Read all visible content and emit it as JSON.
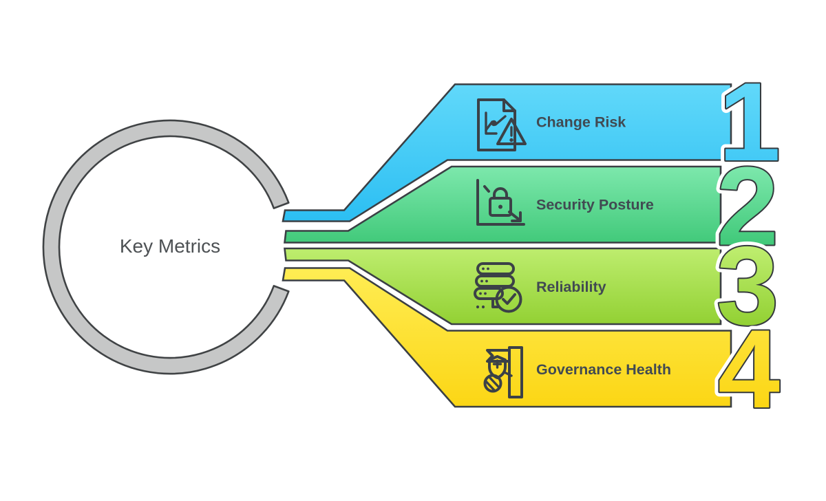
{
  "diagram": {
    "center_label": "Key Metrics",
    "colors": {
      "background": "#ffffff",
      "outline": "#3a3f44",
      "label_text": "#414a52",
      "title_text": "#4d5154",
      "ring_fill": "#c6c7c7",
      "ring_stroke": "#404345"
    },
    "items": [
      {
        "number": "1",
        "label": "Change Risk",
        "icon": "document-chart-warning-icon",
        "color_top": "#62d9fa",
        "color_bottom": "#29bdf2"
      },
      {
        "number": "2",
        "label": "Security Posture",
        "icon": "lock-decline-chart-icon",
        "color_top": "#7fe9ae",
        "color_bottom": "#3fc878"
      },
      {
        "number": "3",
        "label": "Reliability",
        "icon": "server-checkmark-icon",
        "color_top": "#bfee70",
        "color_bottom": "#90cf30"
      },
      {
        "number": "4",
        "label": "Governance Health",
        "icon": "shield-flag-icon",
        "color_top": "#ffec52",
        "color_bottom": "#fbd512"
      }
    ]
  }
}
